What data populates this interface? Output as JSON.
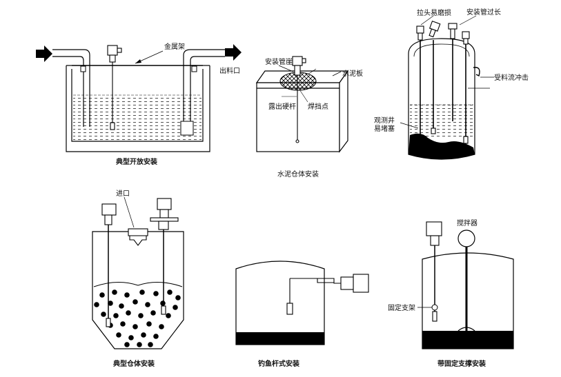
{
  "diagram": {
    "panels": [
      {
        "id": "open-tank",
        "caption": "典型开放安装",
        "labels": {
          "frame": "金属架",
          "outlet": "出料口"
        }
      },
      {
        "id": "concrete-bin",
        "caption": "水泥仓体安装",
        "labels": {
          "pipe_cap": "安装管崖",
          "slab": "水泥板",
          "exposed_rod": "露出硬杆",
          "weld": "焊挡点"
        }
      },
      {
        "id": "silo-problems",
        "caption": "",
        "labels": {
          "head_wear": "拉头易磨损",
          "pipe_long": "安装管过长",
          "flow_impact": "受料流冲击",
          "well_line1": "观测井",
          "well_line2": "易堵塞"
        }
      },
      {
        "id": "typical-bin",
        "caption": "典型仓体安装",
        "labels": {
          "inlet": "进口"
        }
      },
      {
        "id": "fishing-rod",
        "caption": "钓鱼杆式安装",
        "labels": {}
      },
      {
        "id": "fixed-support",
        "caption": "带固定支撑安装",
        "labels": {
          "agitator": "搅拌器",
          "support": "固定支架"
        }
      }
    ]
  }
}
